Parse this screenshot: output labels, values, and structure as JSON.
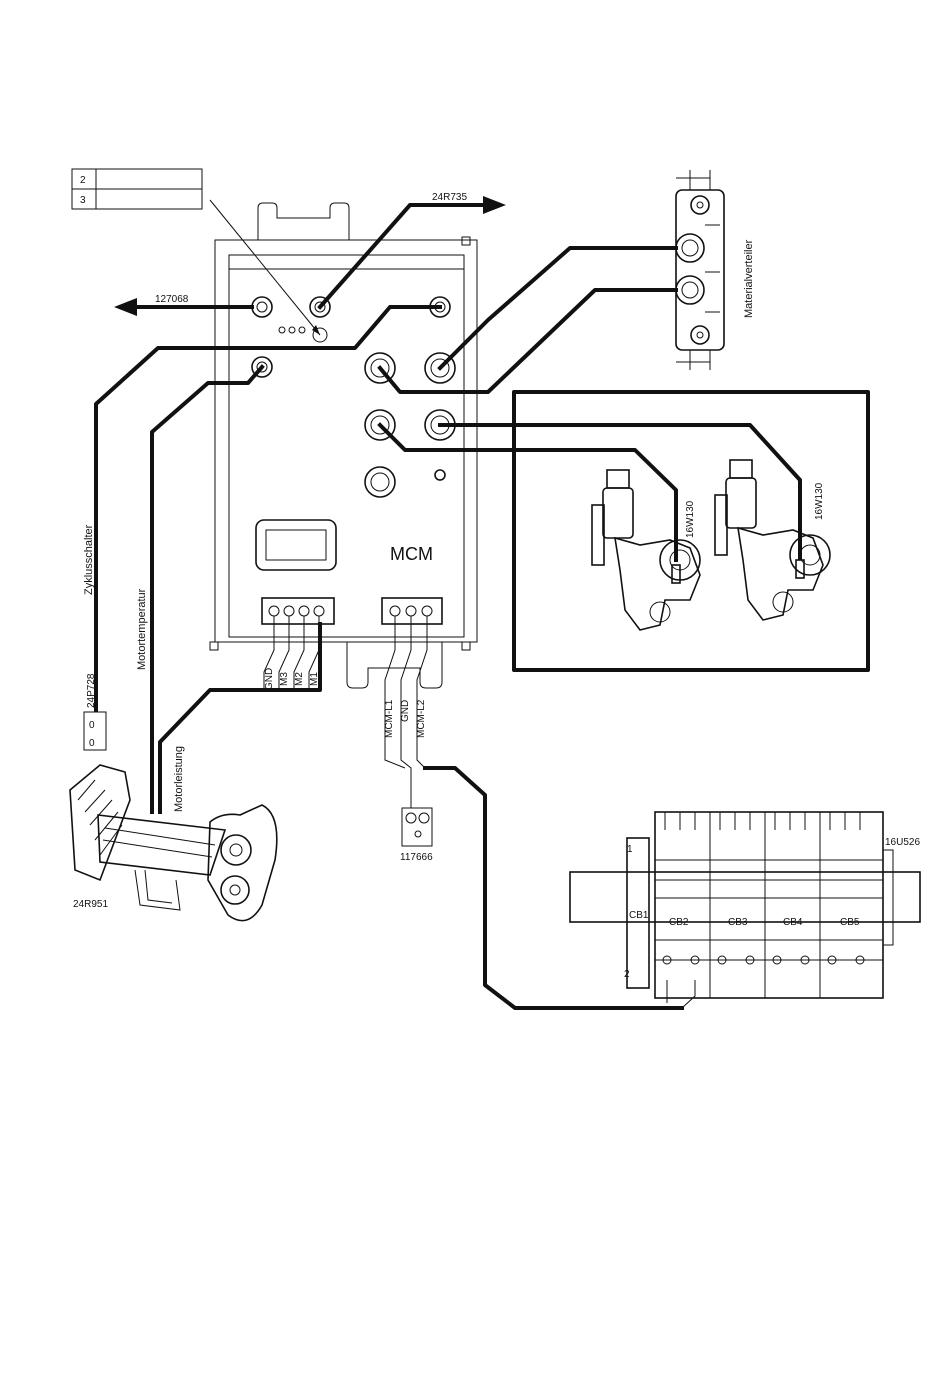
{
  "legend_table": {
    "rows": [
      "2",
      "3"
    ]
  },
  "labels": {
    "part_24r735": "24R735",
    "part_127068": "127068",
    "material_distributor": "Materialverteiler",
    "part_16w130_a": "16W130",
    "part_16w130_b": "16W130",
    "module_name": "MCM",
    "cycle_switch": "Zyklusschalter",
    "motor_temperature": "Motortemperatur",
    "motor_power": "Motorleistung",
    "part_24p728": "24P728",
    "switch_states": [
      "0",
      "0"
    ],
    "part_24r951": "24R951",
    "part_117666": "117666",
    "part_16u526": "16U526",
    "terminal_left": [
      "GND",
      "M3",
      "M2",
      "M1"
    ],
    "terminal_right": [
      "MCM-L1",
      "GND",
      "MCM-L2"
    ],
    "breakers": [
      "CB1",
      "CB2",
      "CB3",
      "CB4",
      "CB5"
    ],
    "breaker_side_labels": [
      "1",
      "2"
    ]
  }
}
